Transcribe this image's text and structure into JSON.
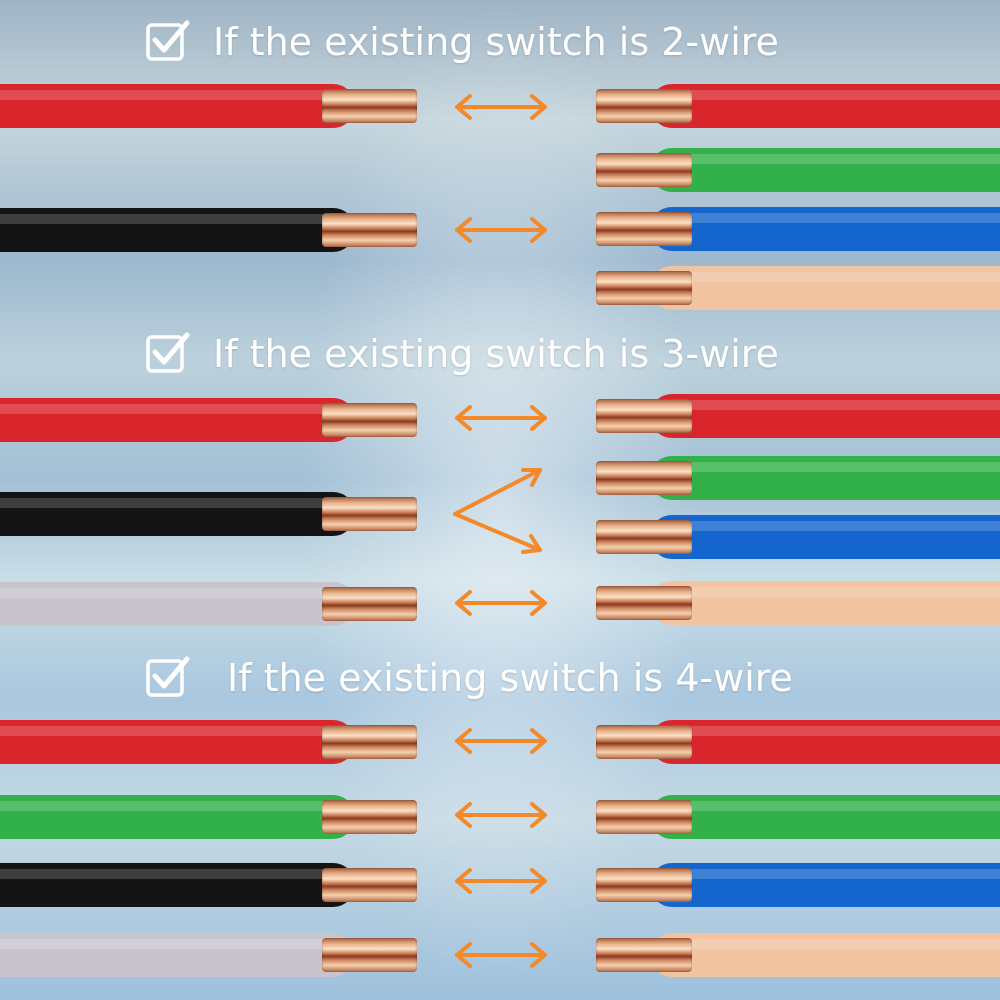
{
  "colors": {
    "red": "#d8262c",
    "green": "#32b04a",
    "blue": "#1565cf",
    "black": "#141414",
    "gray": "#c9c4cc",
    "peach": "#f1c3a0",
    "arrow": "#f28a2b",
    "title_text": "#ffffff"
  },
  "icons": {
    "heading": "checkbox-check-icon",
    "connector": "double-arrow-icon"
  },
  "sections": [
    {
      "title": "If the existing switch is 2-wire",
      "left_wires": [
        "red",
        "black"
      ],
      "right_wires": [
        "red",
        "green",
        "blue",
        "peach"
      ]
    },
    {
      "title": "If the existing switch is 3-wire",
      "left_wires": [
        "red",
        "black",
        "gray"
      ],
      "right_wires": [
        "red",
        "green",
        "blue",
        "peach"
      ]
    },
    {
      "title": "If the existing switch is 4-wire",
      "left_wires": [
        "red",
        "green",
        "black",
        "gray"
      ],
      "right_wires": [
        "red",
        "green",
        "blue",
        "peach"
      ]
    }
  ]
}
